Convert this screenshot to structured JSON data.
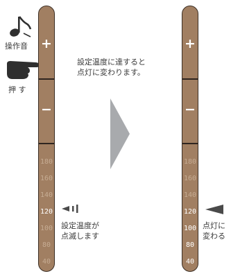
{
  "left": {
    "sound_label": "操作音",
    "press_label": "押 す",
    "plus": "+",
    "minus": "−",
    "temps": [
      "180",
      "160",
      "140",
      "120",
      "100",
      "80",
      "40"
    ],
    "blink_text": [
      "設定温度が",
      "点滅します"
    ]
  },
  "arrow_caption": [
    "設定温度に達すると",
    "点灯に変わります。"
  ],
  "right": {
    "plus": "+",
    "minus": "−",
    "temps": [
      "180",
      "160",
      "140",
      "120",
      "100",
      "80",
      "40"
    ],
    "lit_text": [
      "点灯に",
      "変わる"
    ]
  },
  "colors": {
    "bar": "#a17f62",
    "bar_border": "#3b2e24",
    "arrow": "#a8aaad",
    "pointer": "#4a4a4a"
  }
}
